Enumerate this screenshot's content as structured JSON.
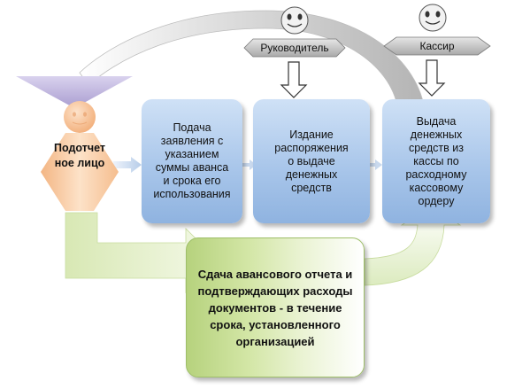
{
  "roles": {
    "manager": "Руководитель",
    "cashier": "Кассир"
  },
  "person": {
    "label": "Подотчет\nное лицо"
  },
  "steps": [
    {
      "text": "Подача\nзаявления с\nуказанием\nсуммы аванса\nи срока его\nиспользования"
    },
    {
      "text": "Издание\nраспоряжения\nо выдаче\nденежных\nсредств"
    },
    {
      "text": "Выдача\nденежных\nсредств из\nкассы по\nрасходному\nкассовому\nордеру"
    }
  ],
  "report": {
    "text": "Сдача авансового отчета и\nподтверждающих расходы\nдокументов - в течение\nсрока, установленного\nорганизацией"
  },
  "colors": {
    "step_fill": "#a9c6ea",
    "report_fill": "#d3e6a6",
    "person_fill": "#f7c79b",
    "role_fill": "#c7c7c7",
    "arc_fill": "#bdbdbd",
    "arc_head": "#c0b6de"
  }
}
